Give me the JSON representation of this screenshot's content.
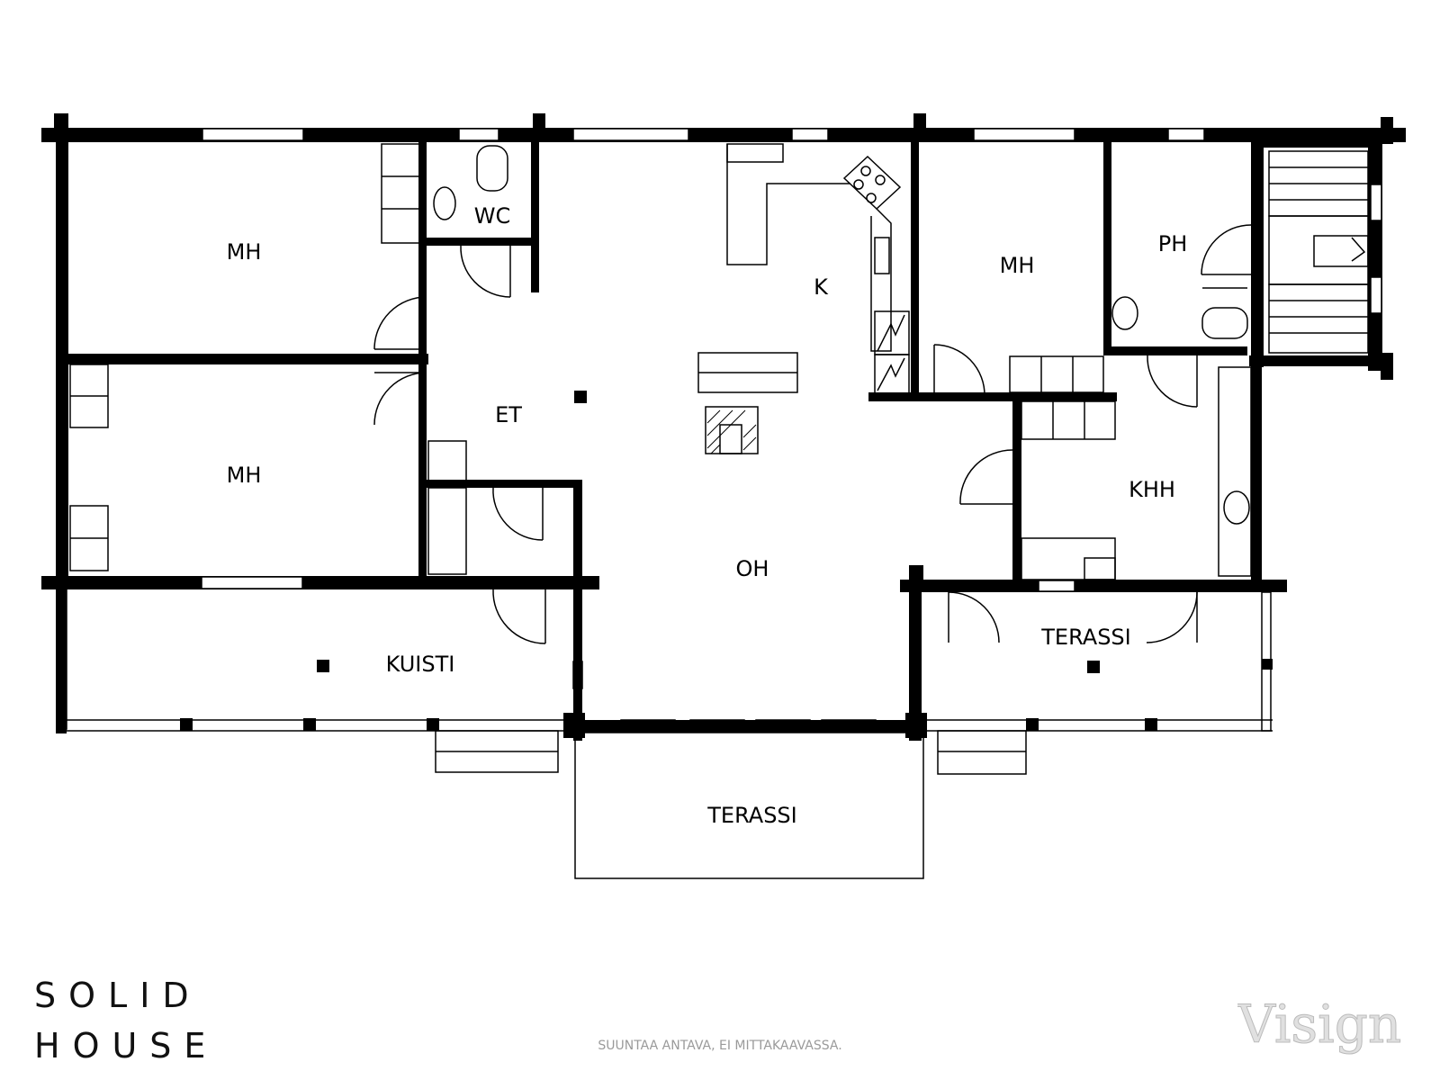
{
  "rooms": {
    "mh_top_left": "MH",
    "mh_bottom_left": "MH",
    "wc": "WC",
    "k": "K",
    "mh_right": "MH",
    "ph": "PH",
    "et": "ET",
    "oh": "OH",
    "khh": "KHH",
    "kuisti": "KUISTI",
    "terassi_right": "TERASSI",
    "terassi_bottom": "TERASSI"
  },
  "brand": {
    "line1": "SOLID",
    "line2": "HOUSE"
  },
  "disclaimer": "SUUNTAA ANTAVA, EI MITTAKAAVASSA.",
  "watermark": "Visign",
  "colors": {
    "wall": "#000000",
    "background": "#ffffff",
    "disclaimer": "#9a9a9a",
    "watermark": "#cccccc"
  }
}
